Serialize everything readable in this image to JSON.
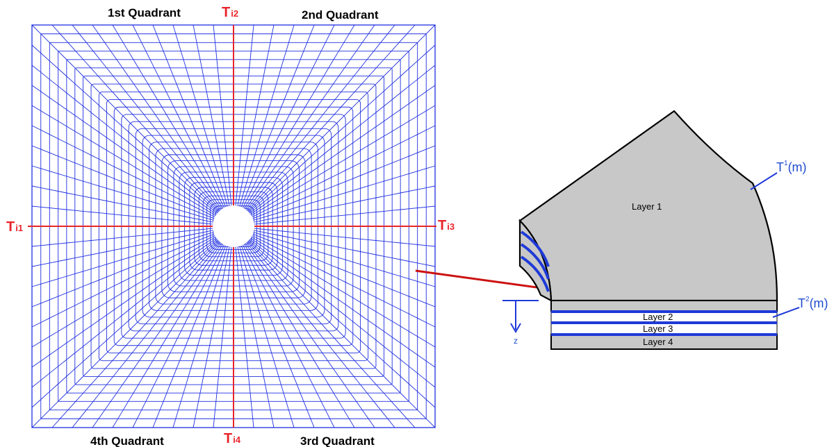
{
  "mesh": {
    "quadrants": {
      "q1": "1st Quadrant",
      "q2": "2nd Quadrant",
      "q3": "3rd Quadrant",
      "q4": "4th Quadrant"
    },
    "temps": {
      "t1": {
        "main": "T",
        "sub": "i1"
      },
      "t2": {
        "main": "T",
        "sub": "i2"
      },
      "t3": {
        "main": "T",
        "sub": "i3"
      },
      "t4": {
        "main": "T",
        "sub": "i4"
      }
    },
    "colors": {
      "mesh": "#1f2fe0",
      "axes": "#e8242a"
    }
  },
  "section": {
    "layers": [
      "Layer 1",
      "Layer 2",
      "Layer 3",
      "Layer 4"
    ],
    "t1": {
      "main": "T",
      "sup": "1",
      "arg": "(m)"
    },
    "t2": {
      "main": "T",
      "sup": "2",
      "arg": "(m)"
    },
    "z_label": "z",
    "colors": {
      "fill": "#c8c8c8",
      "interface": "#1f3ad8",
      "connector": "#cc1111"
    }
  }
}
